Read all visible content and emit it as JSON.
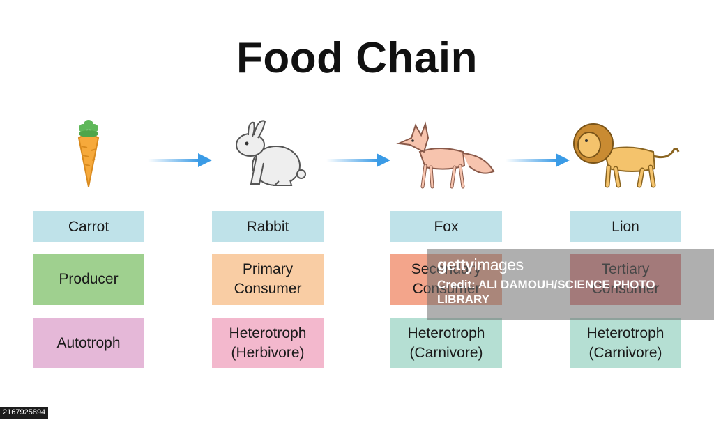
{
  "title": "Food Chain",
  "organisms": [
    {
      "name": "Carrot",
      "role": "Producer",
      "type": "Autotroph",
      "icon": "carrot-icon",
      "role_color": "#9fd08f",
      "type_color": "#e5b8d8"
    },
    {
      "name": "Rabbit",
      "role": "Primary Consumer",
      "type": "Heterotroph (Herbivore)",
      "icon": "rabbit-icon",
      "role_color": "#f9cda4",
      "type_color": "#f3b8cd"
    },
    {
      "name": "Fox",
      "role": "Secondary Consumer",
      "type": "Heterotroph (Carnivore)",
      "icon": "fox-icon",
      "role_color": "#f3a58b",
      "type_color": "#b5dfd3"
    },
    {
      "name": "Lion",
      "role": "Tertiary Consumer",
      "type": "Heterotroph (Carnivore)",
      "icon": "lion-icon",
      "role_color": "#e58a8a",
      "type_color": "#b5dfd3"
    }
  ],
  "arrow_color": "#3a9be6",
  "name_box_color": "#bfe2e9",
  "watermark": {
    "logo_bold": "getty",
    "logo_light": "images",
    "credit": "Credit: ALI DAMOUH/SCIENCE PHOTO LIBRARY"
  },
  "image_id": "2167925894"
}
